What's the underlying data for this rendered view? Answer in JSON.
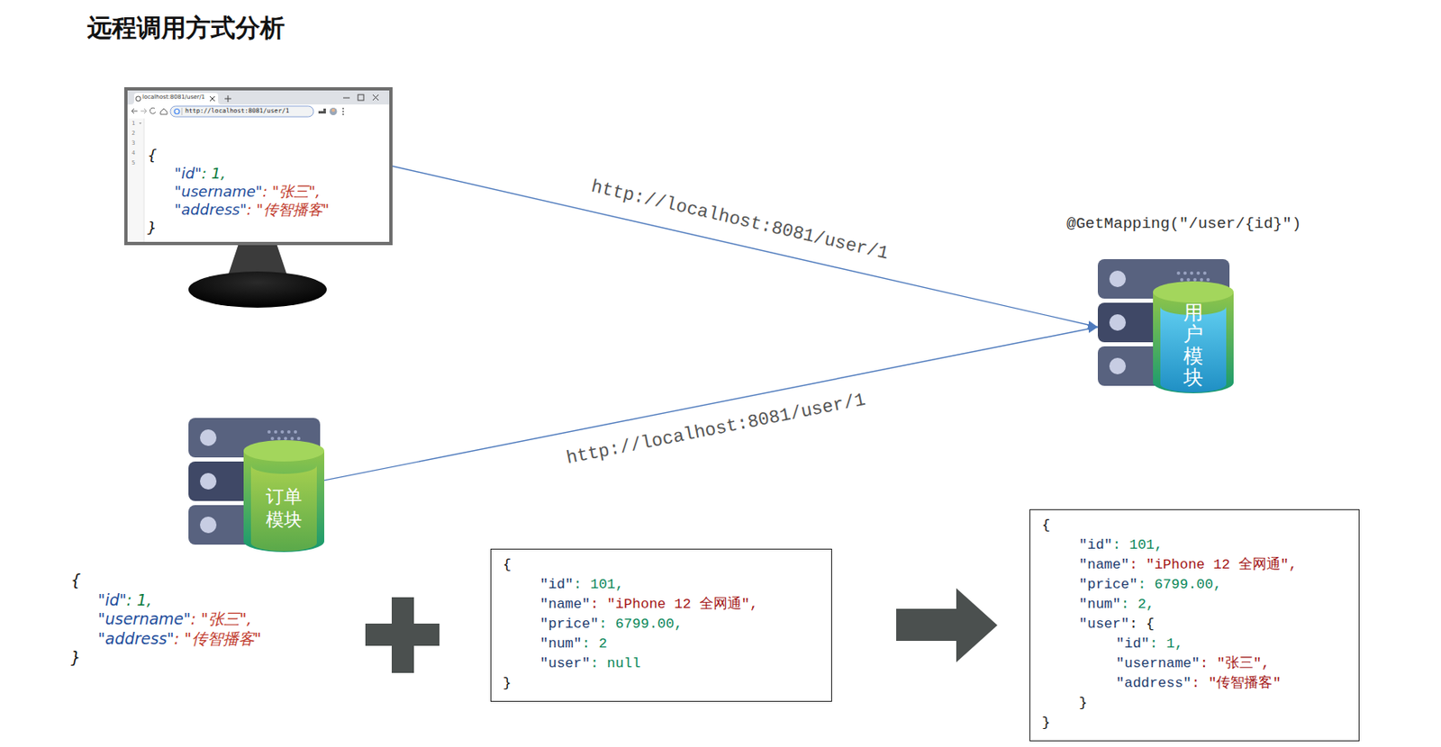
{
  "diagram": {
    "title": "远程调用方式分析",
    "nodes": [
      {
        "text": [
          "localhost:8081/user/1",
          "http://localhost:8081/user/1",
          "1",
          "2",
          "3",
          "4",
          "5",
          "{",
          "\"id\"",
          ": 1,",
          "\"username\"",
          ": \"张三\",",
          "\"address\"",
          ": \"传智播客\"",
          "}"
        ]
      },
      {
        "text": [
          "@GetMapping(\"/user/{id}\")",
          "用户模块"
        ]
      },
      {
        "text": [
          "订单 模块"
        ]
      },
      {
        "text": [
          "{",
          "\"id\"",
          ": 101,",
          "\"name\"",
          ": \"iPhone 12 全网通\",",
          "\"price\"",
          ": 6799.00,",
          "\"num\"",
          ": 2",
          "\"user\"",
          ": null",
          "}"
        ]
      },
      {
        "text": [
          "{",
          "\"id\"",
          ": 101,",
          "\"name\"",
          ": \"iPhone 12 全网通\",",
          "\"price\"",
          ": 6799.00,",
          "\"num\"",
          ": 2,",
          "\"user\"",
          ": {",
          "\"id\"",
          ": 1,",
          "\"username\"",
          ": \"张三\",",
          "\"address\"",
          ": \"传智播客\"",
          "}",
          "}"
        ]
      }
    ],
    "edges": [
      {
        "from": 0,
        "to": 1,
        "arrow": "to",
        "label": "http://localhost:8081/user/1"
      },
      {
        "from": 2,
        "to": 1,
        "arrow": "to",
        "label": "http://localhost:8081/user/1"
      }
    ],
    "labels": [
      "{",
      "\"id\"",
      ": 1,",
      "\"username\"",
      ": \"张三\",",
      "\"address\"",
      ": \"传智播客\"",
      "}"
    ]
  }
}
